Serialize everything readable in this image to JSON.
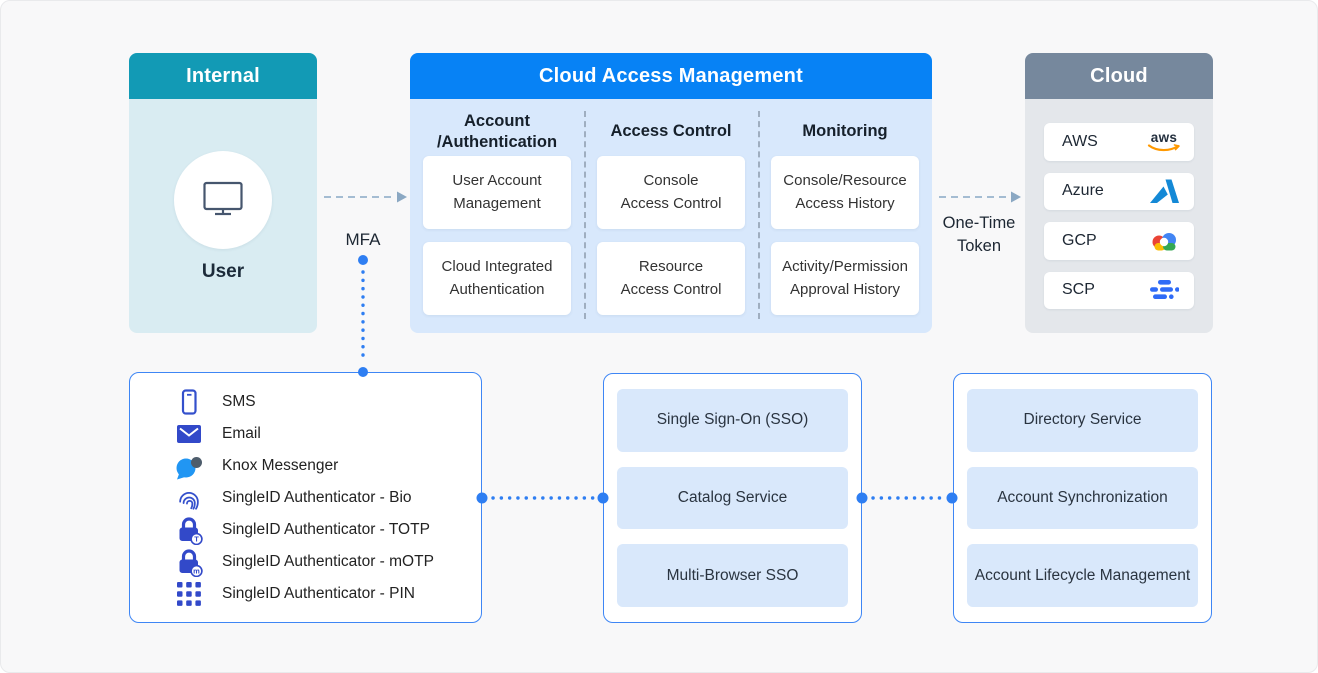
{
  "colors": {
    "teal_header": "#129AB5",
    "blue_header": "#0782F5",
    "gray_header": "#76889D",
    "connector_blue": "#2E7EF2",
    "arrow_gray": "#A4BCD2",
    "panel_border_blue": "#3E86F5",
    "pill_blue": "#D9E8FB"
  },
  "internal": {
    "title": "Internal",
    "user_label": "User"
  },
  "cam": {
    "title": "Cloud Access Management",
    "columns": [
      {
        "header": "Account\n/Authentication",
        "cards": [
          "User Account\nManagement",
          "Cloud Integrated\nAuthentication"
        ]
      },
      {
        "header": "Access Control",
        "cards": [
          "Console\nAccess Control",
          "Resource\nAccess Control"
        ]
      },
      {
        "header": "Monitoring",
        "cards": [
          "Console/Resource\nAccess History",
          "Activity/Permission\nApproval History"
        ]
      }
    ]
  },
  "cloud": {
    "title": "Cloud",
    "aws_text": "aws",
    "providers": [
      {
        "label": "AWS",
        "icon": "aws-logo"
      },
      {
        "label": "Azure",
        "icon": "azure-logo"
      },
      {
        "label": "GCP",
        "icon": "gcp-logo"
      },
      {
        "label": "SCP",
        "icon": "scp-logo"
      }
    ]
  },
  "labels": {
    "mfa": "MFA",
    "one_time_token": "One-Time\nToken"
  },
  "mfa_box": {
    "badges": {
      "totp": "T",
      "motp": "m"
    },
    "items": [
      {
        "label": "SMS",
        "icon": "phone-icon"
      },
      {
        "label": "Email",
        "icon": "mail-icon"
      },
      {
        "label": "Knox Messenger",
        "icon": "chat-bubbles-icon"
      },
      {
        "label": "SingleID Authenticator - Bio",
        "icon": "fingerprint-icon"
      },
      {
        "label": "SingleID Authenticator - TOTP",
        "icon": "lock-totp-icon"
      },
      {
        "label": "SingleID Authenticator - mOTP",
        "icon": "lock-motp-icon"
      },
      {
        "label": "SingleID Authenticator - PIN",
        "icon": "pin-grid-icon"
      }
    ]
  },
  "sso_box": {
    "items": [
      "Single Sign-On (SSO)",
      "Catalog Service",
      "Multi-Browser SSO"
    ]
  },
  "directory_box": {
    "items": [
      "Directory Service",
      "Account Synchronization",
      "Account Lifecycle Management"
    ]
  }
}
